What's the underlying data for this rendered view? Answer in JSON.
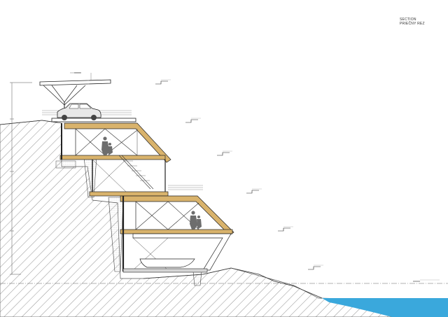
{
  "sheet": {
    "title_line1": "SECTION",
    "title_line2": "PRIEČNY REZ"
  },
  "colors": {
    "ground_hatch": "#9a9a9a",
    "line": "#222222",
    "wood": "#d9b36c",
    "water": "#3aa8dc",
    "silhouette": "#6d6d6d",
    "concrete": "#d6d6d6"
  },
  "icons": {
    "car": "car-silhouette",
    "people": "person-silhouette",
    "boat": "boat-outline",
    "level_markers": "elevation-marker"
  }
}
